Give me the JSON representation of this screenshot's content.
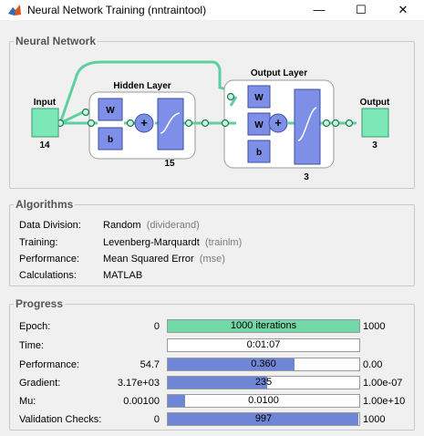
{
  "window": {
    "title": "Neural Network Training (nntraintool)",
    "minimize": "—",
    "maximize": "☐",
    "close": "✕"
  },
  "network": {
    "section_title": "Neural Network",
    "input_label": "Input",
    "input_size": "14",
    "hidden_title": "Hidden Layer",
    "hidden_size": "15",
    "output_layer_title": "Output Layer",
    "output_layer_size": "3",
    "output_label": "Output",
    "output_size": "3",
    "weight_symbol": "W",
    "bias_symbol": "b",
    "sum_symbol": "+"
  },
  "algorithms": {
    "section_title": "Algorithms",
    "rows": [
      {
        "label": "Data Division:",
        "value": "Random",
        "fn": "(dividerand)"
      },
      {
        "label": "Training:",
        "value": "Levenberg-Marquardt",
        "fn": "(trainlm)"
      },
      {
        "label": "Performance:",
        "value": "Mean Squared Error",
        "fn": "(mse)"
      },
      {
        "label": "Calculations:",
        "value": "MATLAB",
        "fn": ""
      }
    ]
  },
  "progress": {
    "section_title": "Progress",
    "rows": [
      {
        "label": "Epoch:",
        "start": "0",
        "value": "1000 iterations",
        "end": "1000",
        "fraction": 1.0,
        "color": "#72d8a8"
      },
      {
        "label": "Time:",
        "start": "",
        "value": "0:01:07",
        "end": "",
        "fraction": 0,
        "color": "#6f86d6"
      },
      {
        "label": "Performance:",
        "start": "54.7",
        "value": "0.360",
        "end": "0.00",
        "fraction": 0.66,
        "color": "#6f86d6"
      },
      {
        "label": "Gradient:",
        "start": "3.17e+03",
        "value": "235",
        "end": "1.00e-07",
        "fraction": 0.52,
        "color": "#6f86d6"
      },
      {
        "label": "Mu:",
        "start": "0.00100",
        "value": "0.0100",
        "end": "1.00e+10",
        "fraction": 0.09,
        "color": "#6f86d6"
      },
      {
        "label": "Validation Checks:",
        "start": "0",
        "value": "997",
        "end": "1000",
        "fraction": 0.997,
        "color": "#6f86d6"
      }
    ]
  }
}
